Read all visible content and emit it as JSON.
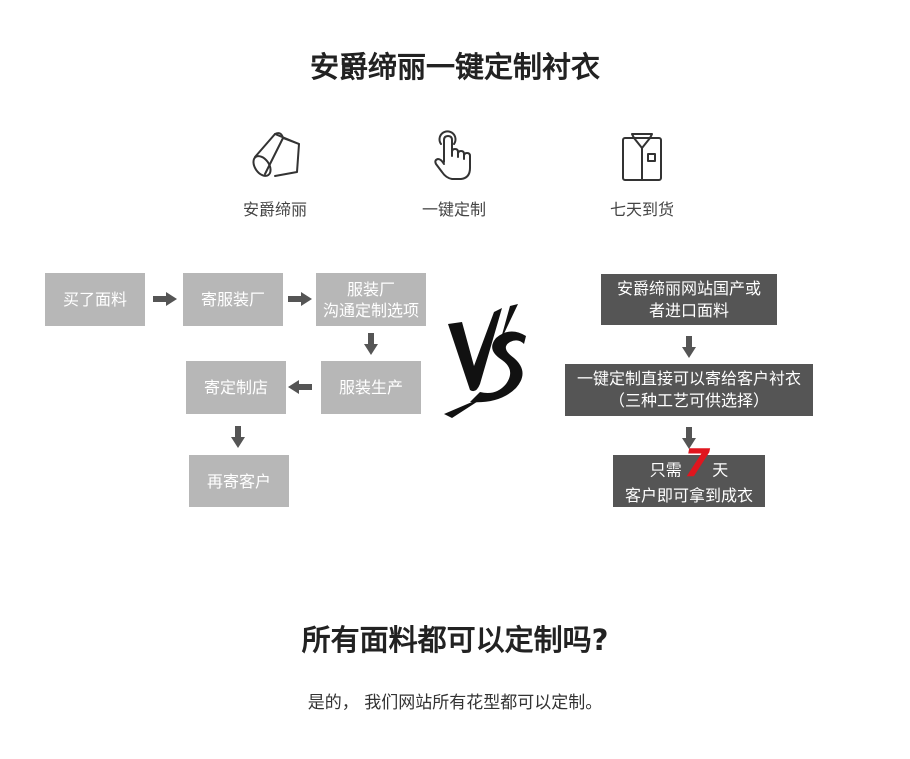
{
  "header": {
    "title": "安爵缔丽一键定制衬衣"
  },
  "features": [
    {
      "icon": "fabric-roll-icon",
      "label": "安爵缔丽"
    },
    {
      "icon": "tap-finger-icon",
      "label": "一键定制"
    },
    {
      "icon": "shirt-icon",
      "label": "七天到货"
    }
  ],
  "traditional_flow": {
    "buy_fabric": "买了面料",
    "send_clothing": "寄服装厂",
    "factory_line1": "服装厂",
    "factory_line2": "沟通定制选项",
    "production": "服装生产",
    "send_store": "寄定制店",
    "send_customer": "再寄客户"
  },
  "vs_label": "VS",
  "our_flow": {
    "step1_line1": "安爵缔丽网站国产或",
    "step1_line2": "者进口面料",
    "step2_line1": "一键定制直接可以寄给客户衬衣",
    "step2_line2": "（三种工艺可供选择）",
    "step3_prefix": "只需",
    "step3_number": "7",
    "step3_suffix": "天",
    "step3_line2": "客户即可拿到成衣"
  },
  "faq": {
    "question": "所有面料都可以定制吗?",
    "answer": "是的， 我们网站所有花型都可以定制。"
  },
  "colors": {
    "light_box": "#b7b7b7",
    "dark_box": "#555555",
    "arrow": "#555555",
    "highlight": "#e0161e"
  }
}
